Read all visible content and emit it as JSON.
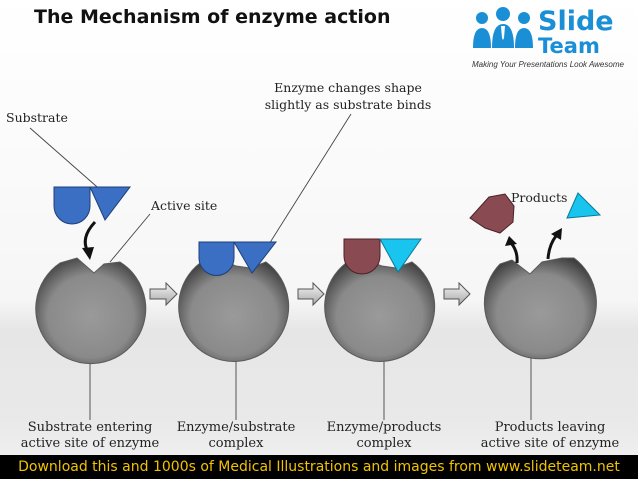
{
  "title": "The Mechanism of enzyme action",
  "logo": {
    "line1": "Slide",
    "line2": "Team",
    "tagline": "Making Your Presentations Look Awesome"
  },
  "labels": {
    "substrate": "Substrate",
    "active_site": "Active site",
    "shape_change_1": "Enzyme changes shape",
    "shape_change_2": "slightly as substrate binds",
    "products": "Products"
  },
  "stages": [
    {
      "line1": "Substrate entering",
      "line2": "active site of enzyme"
    },
    {
      "line1": "Enzyme/substrate",
      "line2": "complex"
    },
    {
      "line1": "Enzyme/products",
      "line2": "complex"
    },
    {
      "line1": "Products leaving",
      "line2": "active site of enzyme"
    }
  ],
  "banner": "Download this and 1000s of Medical Illustrations and images from www.slideteam.net",
  "colors": {
    "substrate_blue": "#3a6fc4",
    "product_maroon": "#8a4a52",
    "product_cyan": "#19c4ee",
    "enzyme_gray": "#8a8a8a",
    "banner_text": "#f2c200",
    "logo_blue": "#1a8fd6"
  }
}
